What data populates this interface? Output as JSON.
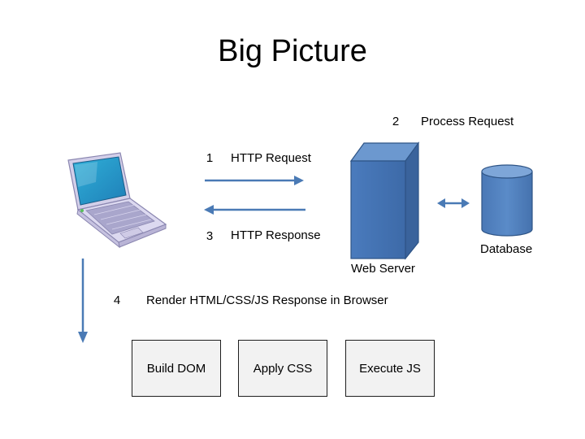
{
  "title": "Big Picture",
  "steps": {
    "one": {
      "num": "1",
      "label": "HTTP Request"
    },
    "two": {
      "num": "2",
      "label": "Process Request"
    },
    "three": {
      "num": "3",
      "label": "HTTP Response"
    },
    "four": {
      "num": "4",
      "label": "Render HTML/CSS/JS Response in Browser"
    }
  },
  "nodes": {
    "web_server": "Web Server",
    "database": "Database"
  },
  "render_steps": [
    "Build DOM",
    "Apply CSS",
    "Execute JS"
  ],
  "colors": {
    "accent_blue": "#4a7ab5",
    "server_blue": "#4f81bd",
    "db_blue": "#4f81bd",
    "laptop_body": "#d9d6ee",
    "box_fill": "#f2f2f2"
  },
  "icons": {
    "laptop": "laptop-icon",
    "server": "server-icon",
    "database": "database-icon"
  }
}
